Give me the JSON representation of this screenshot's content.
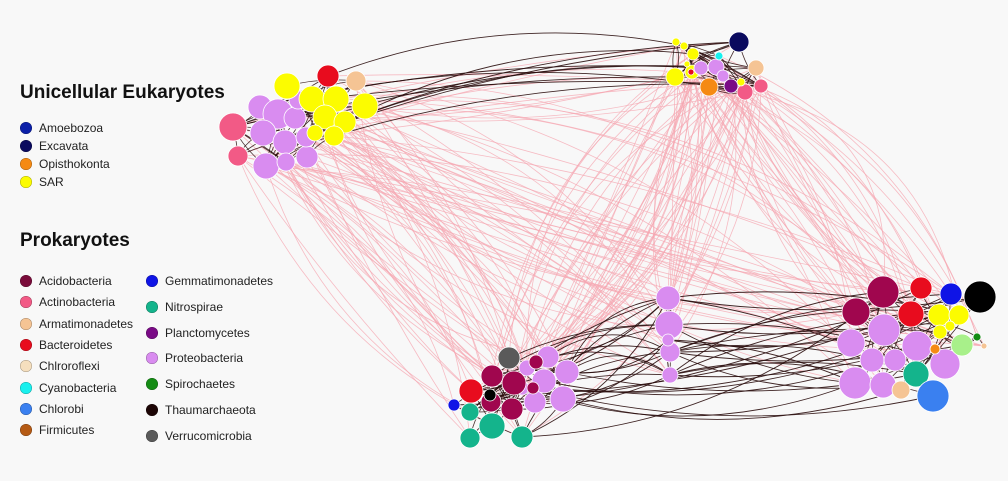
{
  "legend": {
    "eukaryotes": {
      "title": "Unicellular Eukaryotes",
      "items": [
        {
          "label": "Amoebozoa",
          "color": "#0b1fa8"
        },
        {
          "label": "Excavata",
          "color": "#0a0a5e"
        },
        {
          "label": "Opisthokonta",
          "color": "#f58a13"
        },
        {
          "label": "SAR",
          "color": "#fcfc00"
        }
      ]
    },
    "prokaryotes": {
      "title": "Prokaryotes",
      "column1": [
        {
          "label": "Acidobacteria",
          "color": "#7a0b3a"
        },
        {
          "label": "Actinobacteria",
          "color": "#f25a86"
        },
        {
          "label": "Armatimonadetes",
          "color": "#f5c494"
        },
        {
          "label": "Bacteroidetes",
          "color": "#e80c1e"
        },
        {
          "label": "Chlroroflexi",
          "color": "#f5dfbe"
        },
        {
          "label": "Cyanobacteria",
          "color": "#19f0ee"
        },
        {
          "label": "Chlorobi",
          "color": "#3a80f0"
        },
        {
          "label": "Firmicutes",
          "color": "#b55a14"
        }
      ],
      "column2": [
        {
          "label": "Gemmatimonadetes",
          "color": "#0f14e6"
        },
        {
          "label": "Nitrospirae",
          "color": "#14b48c"
        },
        {
          "label": "Planctomycetes",
          "color": "#7a0a86"
        },
        {
          "label": "Proteobacteria",
          "color": "#d98cf0"
        },
        {
          "label": "Spirochaetes",
          "color": "#148c14"
        },
        {
          "label": "Thaumarchaeota",
          "color": "#1c0505"
        },
        {
          "label": "Verrucomicrobia",
          "color": "#5a5a5a"
        }
      ]
    }
  },
  "network": {
    "intra_edge_color": "#2a0d0d",
    "inter_edge_color": "#f5a7b2",
    "clusters": [
      {
        "id": "euk-left",
        "nodes": [
          {
            "color": "#f25a86"
          },
          {
            "color": "#f25a86"
          },
          {
            "color": "#d98cf0"
          },
          {
            "color": "#d98cf0"
          },
          {
            "color": "#d98cf0"
          },
          {
            "color": "#d98cf0"
          },
          {
            "color": "#d98cf0"
          },
          {
            "color": "#d98cf0"
          },
          {
            "color": "#d98cf0"
          },
          {
            "color": "#d98cf0"
          },
          {
            "color": "#d98cf0"
          },
          {
            "color": "#d98cf0"
          },
          {
            "color": "#fcfc00"
          },
          {
            "color": "#fcfc00"
          },
          {
            "color": "#fcfc00"
          },
          {
            "color": "#fcfc00"
          },
          {
            "color": "#fcfc00"
          },
          {
            "color": "#fcfc00"
          },
          {
            "color": "#fcfc00"
          },
          {
            "color": "#fcfc00"
          },
          {
            "color": "#e80c1e"
          },
          {
            "color": "#f5c494"
          }
        ]
      },
      {
        "id": "euk-right",
        "nodes": [
          {
            "color": "#fcfc00"
          },
          {
            "color": "#fcfc00"
          },
          {
            "color": "#fcfc00"
          },
          {
            "color": "#fcfc00"
          },
          {
            "color": "#fcfc00"
          },
          {
            "color": "#d98cf0"
          },
          {
            "color": "#d98cf0"
          },
          {
            "color": "#d98cf0"
          },
          {
            "color": "#19f0ee"
          },
          {
            "color": "#0a0a5e"
          },
          {
            "color": "#f5c494"
          },
          {
            "color": "#f58a13"
          },
          {
            "color": "#7a0a86"
          },
          {
            "color": "#f25a86"
          },
          {
            "color": "#f25a86"
          },
          {
            "color": "#e80c1e"
          },
          {
            "color": "#fcfc00"
          },
          {
            "color": "#fcfc00"
          }
        ]
      },
      {
        "id": "pro-left",
        "nodes": [
          {
            "color": "#5a5a5a"
          },
          {
            "color": "#d98cf0"
          },
          {
            "color": "#d98cf0"
          },
          {
            "color": "#d98cf0"
          },
          {
            "color": "#d98cf0"
          },
          {
            "color": "#d98cf0"
          },
          {
            "color": "#d98cf0"
          },
          {
            "color": "#d98cf0"
          },
          {
            "color": "#a0064e"
          },
          {
            "color": "#a0064e"
          },
          {
            "color": "#a0064e"
          },
          {
            "color": "#a0064e"
          },
          {
            "color": "#a0064e"
          },
          {
            "color": "#a0064e"
          },
          {
            "color": "#e80c1e"
          },
          {
            "color": "#0f14e6"
          },
          {
            "color": "#14b48c"
          },
          {
            "color": "#14b48c"
          },
          {
            "color": "#14b48c"
          },
          {
            "color": "#14b48c"
          },
          {
            "color": "#000000"
          }
        ]
      },
      {
        "id": "pro-mid",
        "nodes": [
          {
            "color": "#d98cf0"
          },
          {
            "color": "#d98cf0"
          },
          {
            "color": "#d98cf0"
          },
          {
            "color": "#d98cf0"
          },
          {
            "color": "#d98cf0"
          }
        ]
      },
      {
        "id": "pro-right",
        "nodes": [
          {
            "color": "#a0064e"
          },
          {
            "color": "#a0064e"
          },
          {
            "color": "#e80c1e"
          },
          {
            "color": "#e80c1e"
          },
          {
            "color": "#0f14e6"
          },
          {
            "color": "#000000"
          },
          {
            "color": "#fcfc00"
          },
          {
            "color": "#fcfc00"
          },
          {
            "color": "#fcfc00"
          },
          {
            "color": "#fcfc00"
          },
          {
            "color": "#d98cf0"
          },
          {
            "color": "#d98cf0"
          },
          {
            "color": "#d98cf0"
          },
          {
            "color": "#d98cf0"
          },
          {
            "color": "#d98cf0"
          },
          {
            "color": "#d98cf0"
          },
          {
            "color": "#d98cf0"
          },
          {
            "color": "#d98cf0"
          },
          {
            "color": "#a8f08a"
          },
          {
            "color": "#14b48c"
          },
          {
            "color": "#3a80f0"
          },
          {
            "color": "#148c14"
          },
          {
            "color": "#f5c494"
          },
          {
            "color": "#f5c494"
          },
          {
            "color": "#f58a13"
          }
        ]
      }
    ]
  }
}
